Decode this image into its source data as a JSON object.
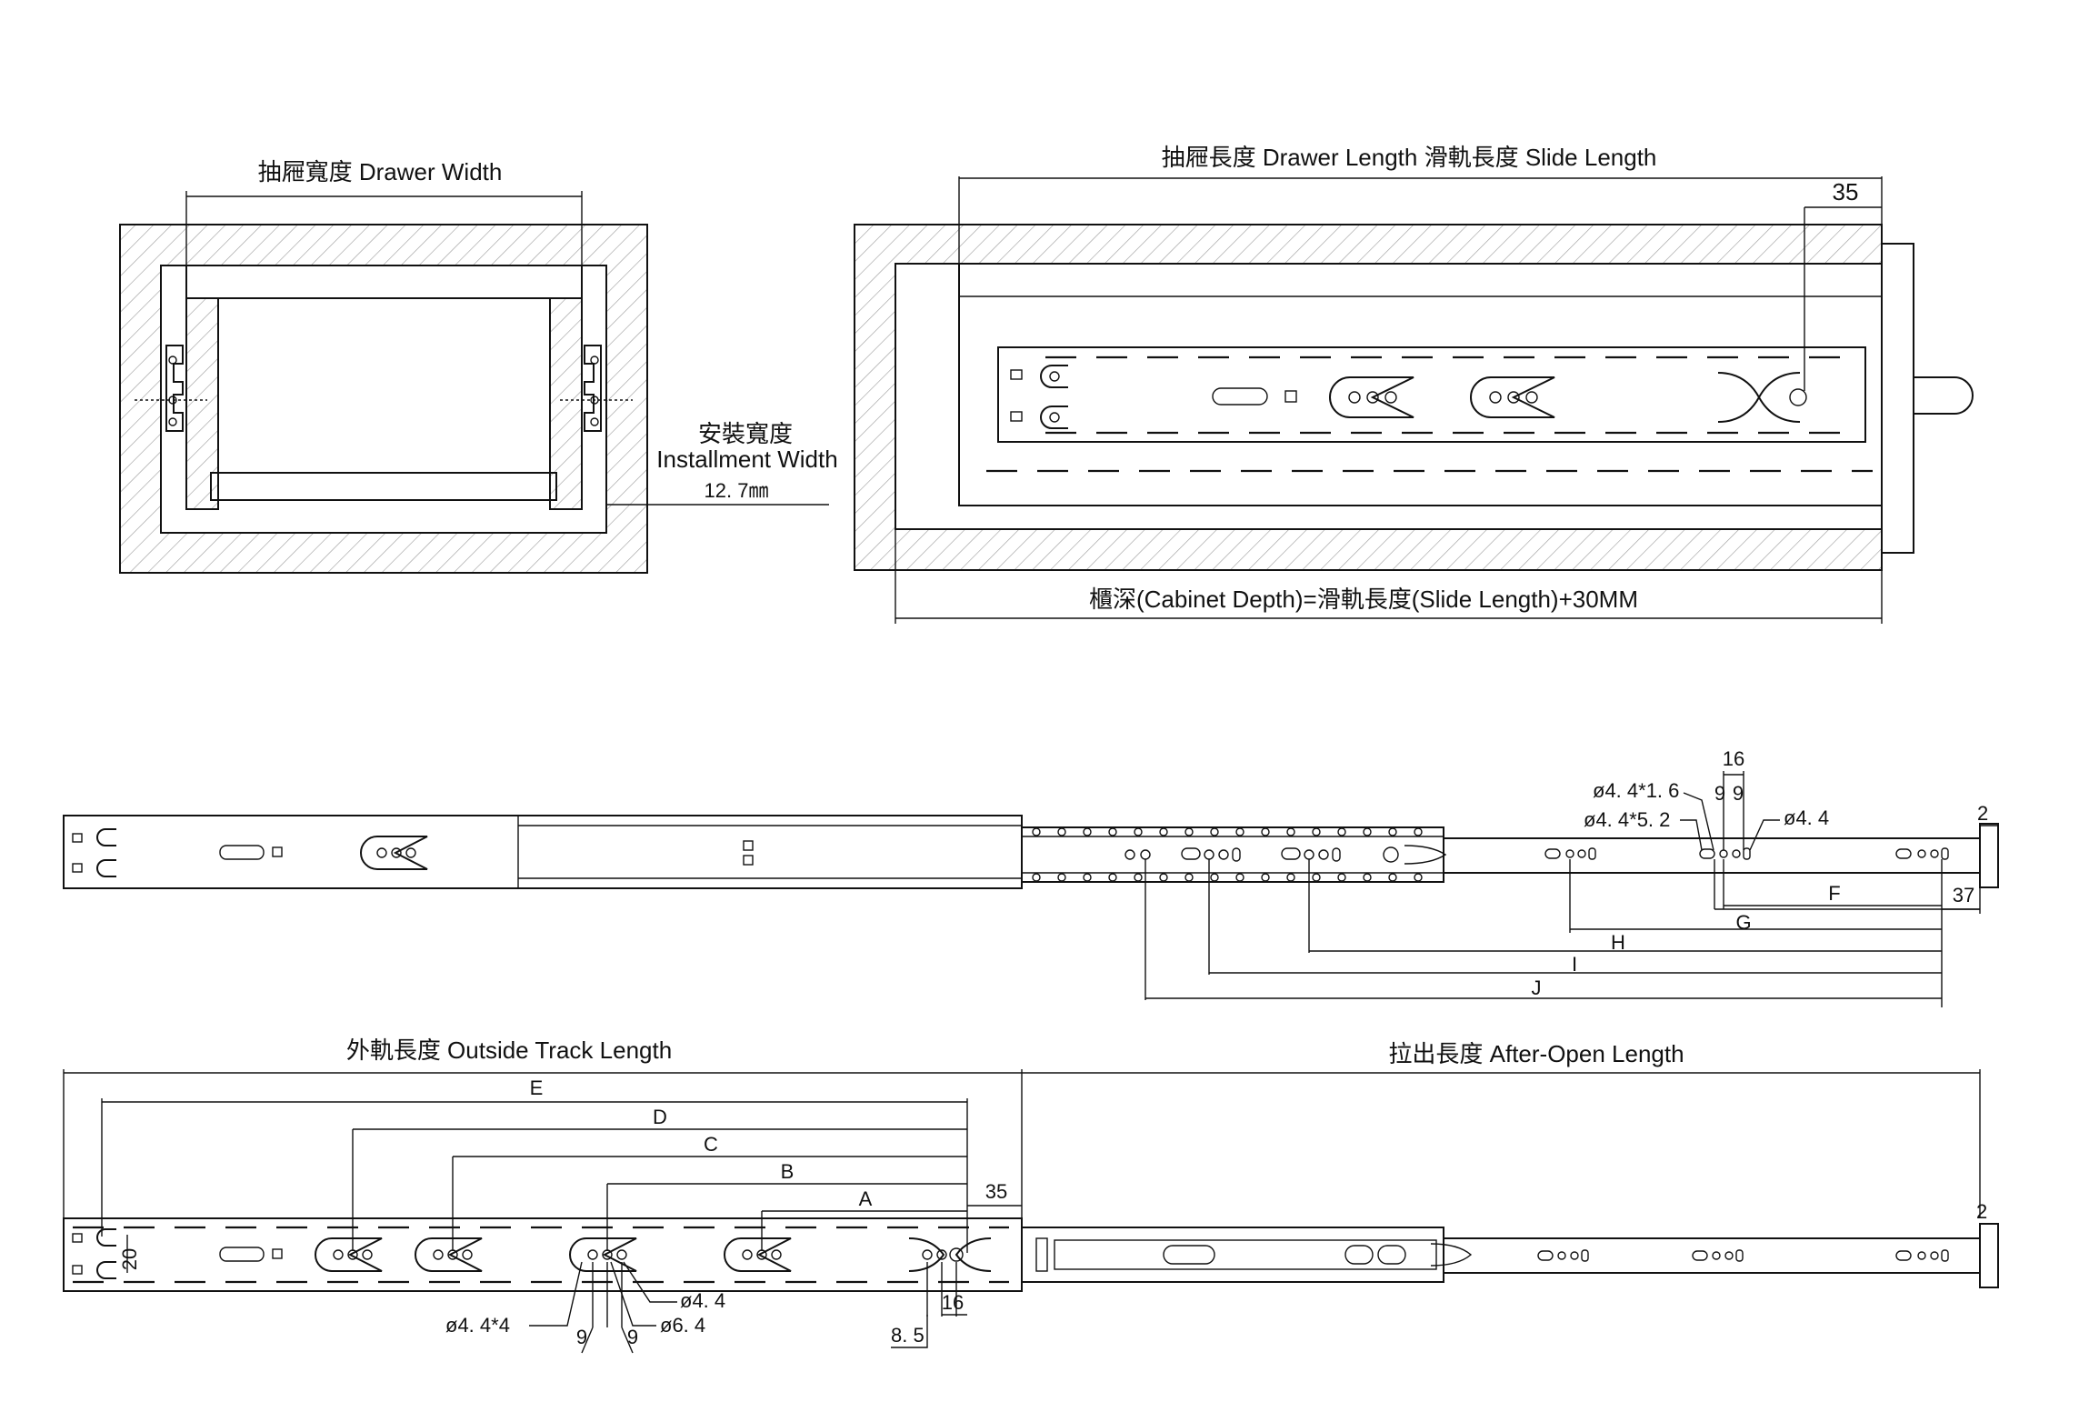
{
  "labels": {
    "drawer_width": "抽屜寬度 Drawer Width",
    "install_width_cn": "安裝寬度",
    "install_width_en": "Installment Width",
    "install_width_value": "12. 7㎜",
    "drawer_slide_length": "抽屜長度 Drawer Length   滑軌長度 Slide Length",
    "offset_35_top": "35",
    "cabinet_depth": "櫃深(Cabinet Depth)=滑軌長度(Slide Length)+30MM",
    "outside_track_length": "外軌長度 Outside Track Length",
    "after_open_length": "拉出長度 After-Open Length"
  },
  "mid_dims": {
    "d16": "16",
    "hole_a": "ø4. 4*1. 6",
    "hole_b": "ø4. 4*5. 2",
    "nine_a": "9",
    "nine_b": "9",
    "hole_c": "ø4. 4",
    "d2": "2",
    "F": "F",
    "G": "G",
    "H": "H",
    "I": "I",
    "J": "J",
    "d37": "37"
  },
  "bottom_dims": {
    "E": "E",
    "D": "D",
    "C": "C",
    "B": "B",
    "A": "A",
    "d35": "35",
    "d20": "20",
    "hole_44": "ø4. 4",
    "hole_44x4": "ø4. 4*4",
    "hole_64": "ø6. 4",
    "nine_l": "9",
    "nine_r": "9",
    "d16": "16",
    "d85": "8. 5",
    "d2": "2"
  }
}
